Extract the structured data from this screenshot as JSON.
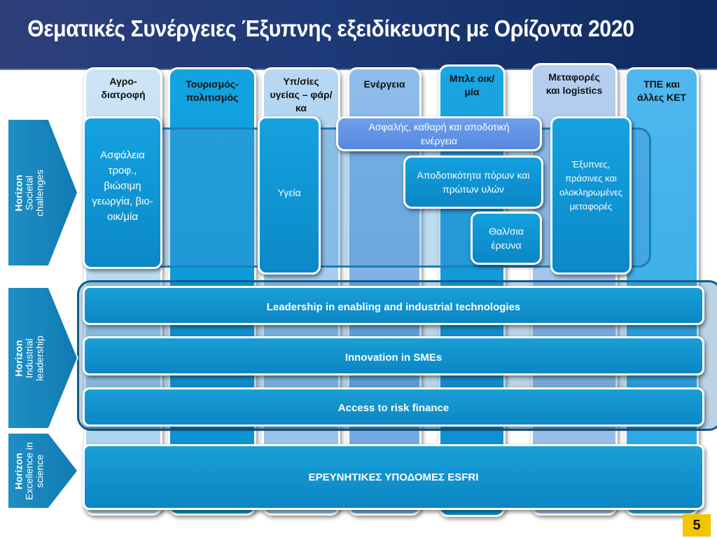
{
  "title": "Θεματικές Συνέργειες Έξυπνης εξειδίκευσης με Ορίζοντα 2020",
  "sectors": [
    {
      "label": "Αγρο-διατροφή"
    },
    {
      "label": "Τουρισμός-πολιτισμός"
    },
    {
      "label": "Υπ/σίες υγείας – φάρ/κα"
    },
    {
      "label": "Ενέργεια"
    },
    {
      "label": "Μπλε οικ/μία"
    },
    {
      "label": "Μεταφορές και logistics"
    },
    {
      "label": "ΤΠΕ και άλλες KET"
    }
  ],
  "challenges": {
    "food": "Ασφάλεια τροφ., βιώσιμη γεωργία, βιο-οικ/μία",
    "health": "Υγεία",
    "energy": "Ασφαλής, καθαρή και αποδοτική ενέργεια",
    "resources": "Αποδοτικότητα πόρων και πρώτων υλών",
    "marine": "Θαλ/σια έρευνα",
    "transport": "Έξυπνες, πράσινες και ολοκληρωμένες μεταφορές"
  },
  "bars": {
    "leadership": "Leadership in enabling and industrial technologies",
    "smes": "Innovation in SMEs",
    "finance": "Access to risk finance",
    "esfri": "ΕΡΕΥΝΗΤΙΚΕΣ ΥΠΟΔΟΜΕΣ ESFRI"
  },
  "arrows": {
    "societal": {
      "bold": "Horizon",
      "text": "Societal challenges"
    },
    "industrial": {
      "bold": "Horizon",
      "text": "Industrial leadership"
    },
    "science": {
      "bold": "Horizon",
      "text": "Excellence in science"
    }
  },
  "page_number": "5",
  "colors": {
    "header": "#1d3a78",
    "primary_blue": "#0b86c4",
    "light_blue": "#8fc0e8",
    "page_badge": "#f5c400"
  }
}
